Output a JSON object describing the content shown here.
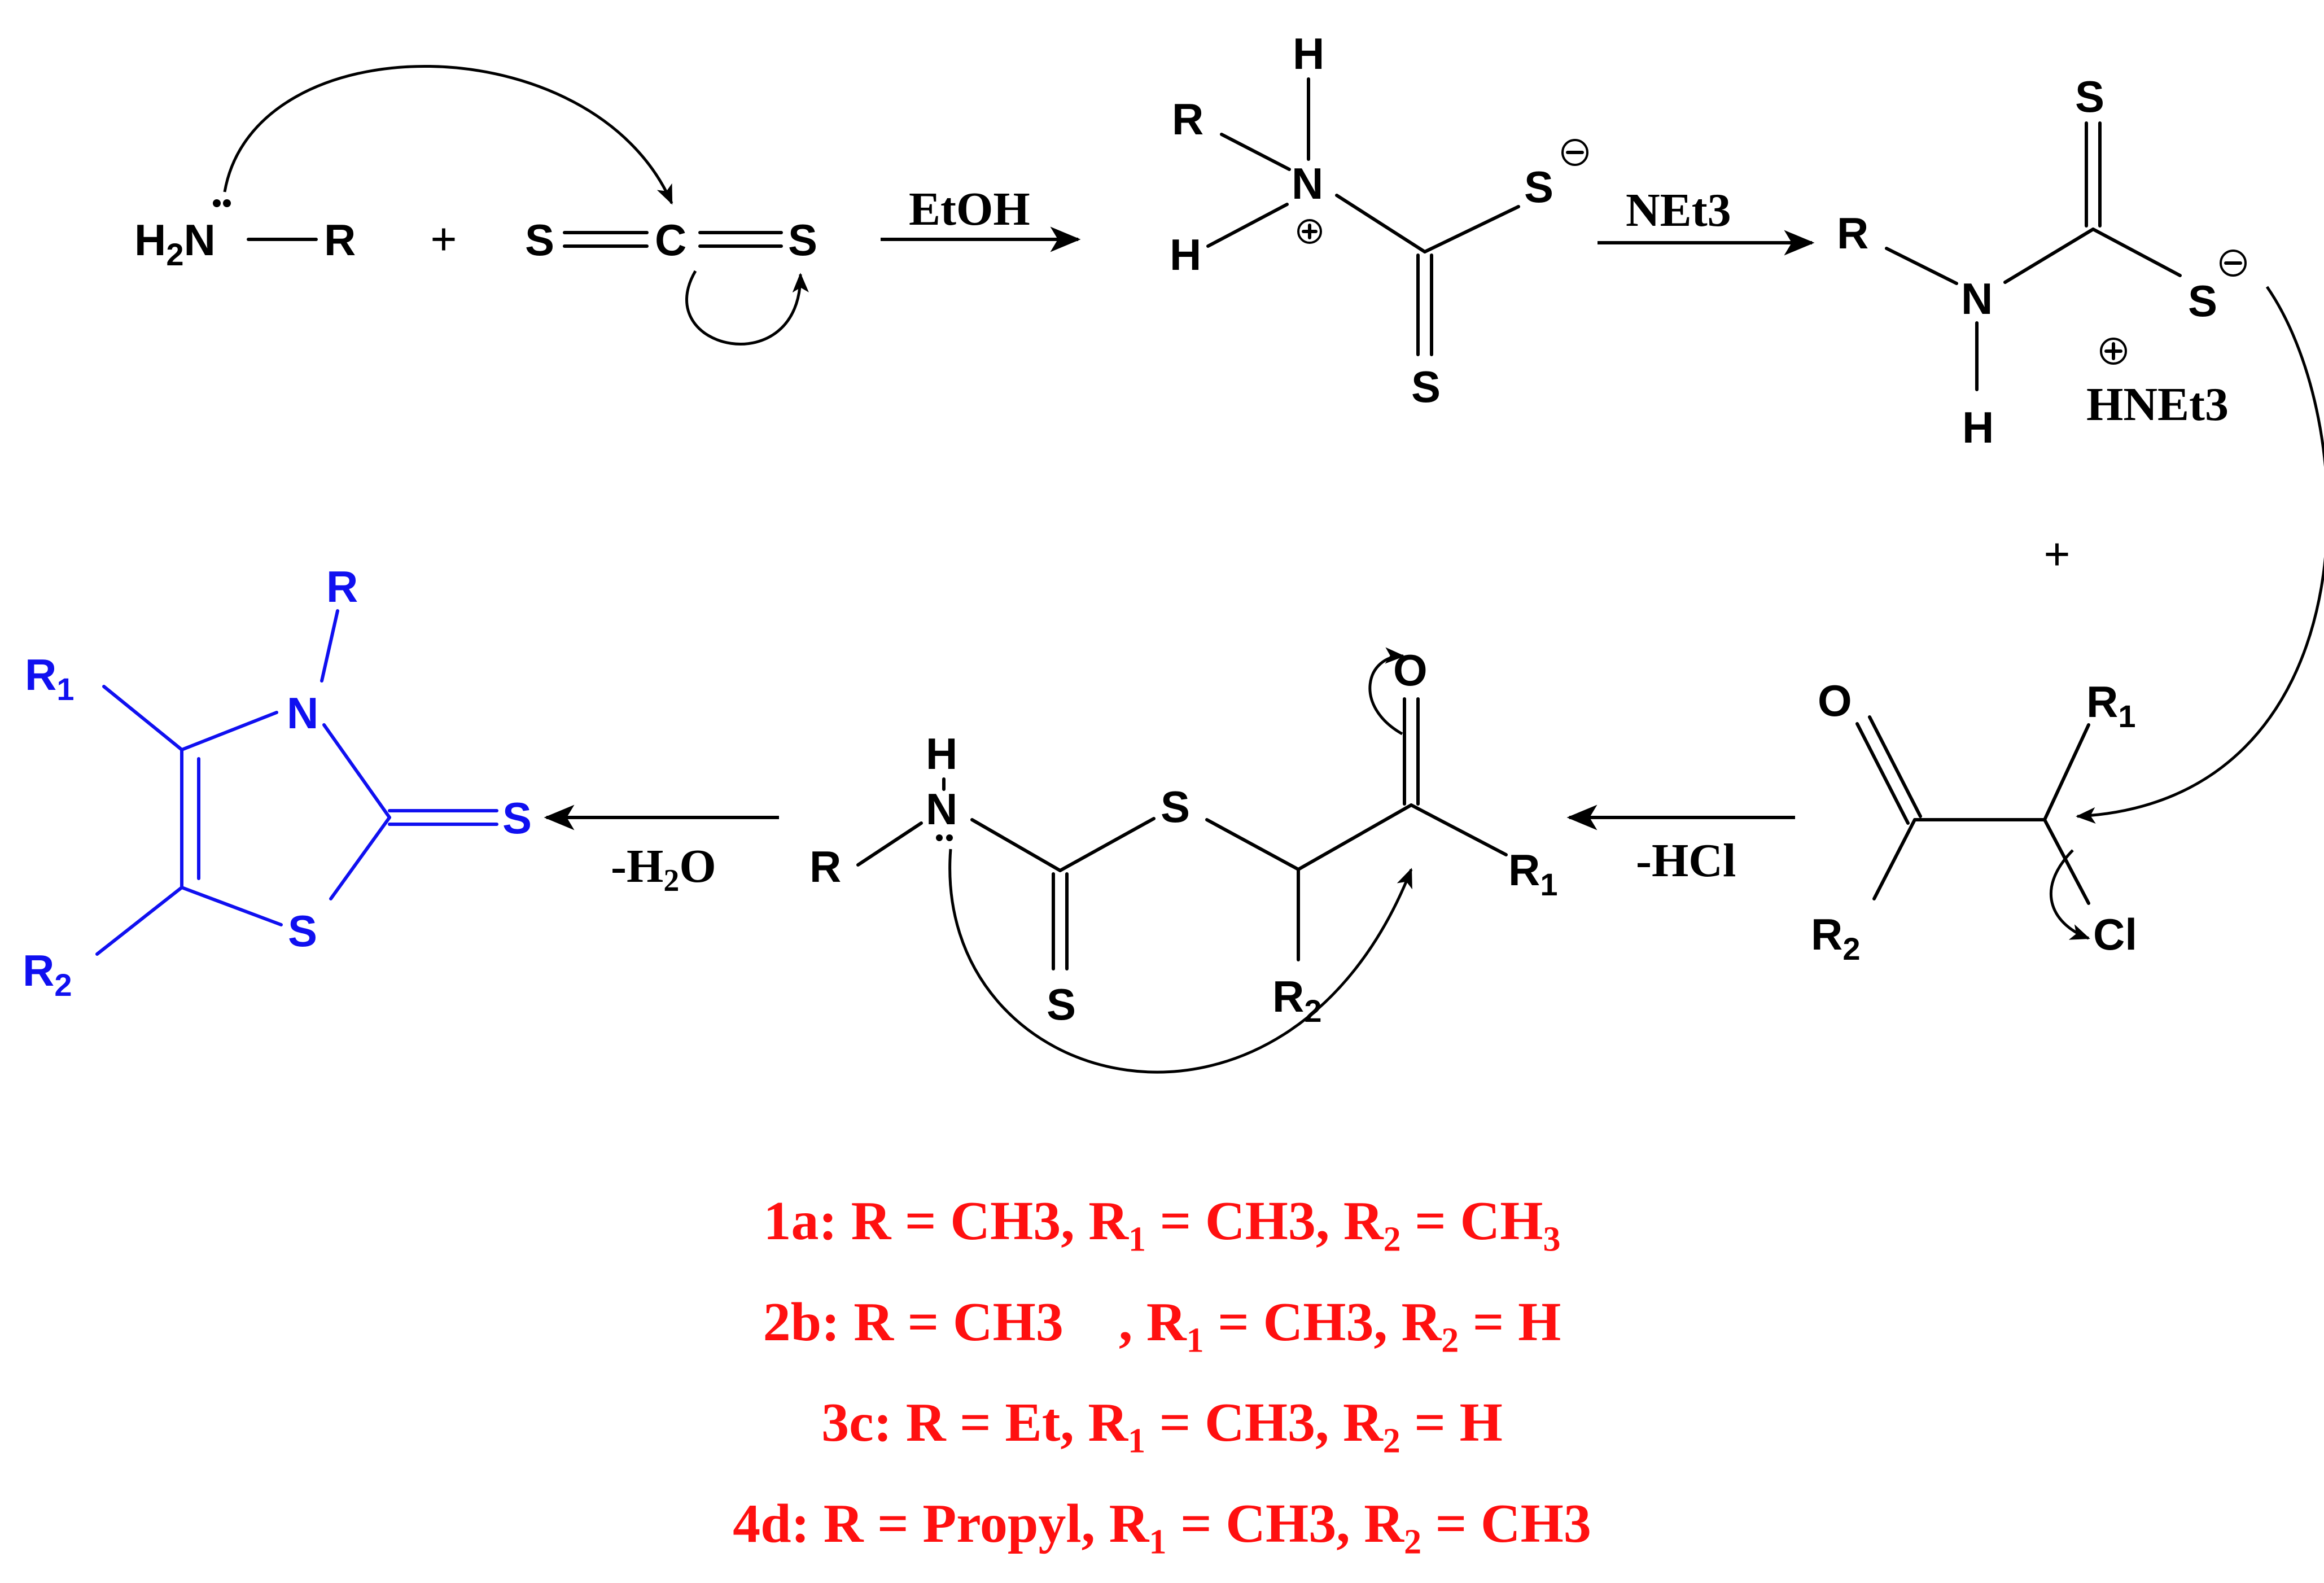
{
  "reagents": {
    "amine": "H2N—R",
    "plus1": "+",
    "cs2": "S=C=S",
    "plus2": "+"
  },
  "conditions": {
    "step1": "EtOH",
    "step2": "NEt3",
    "step3": "-HCl",
    "step4": "-H2O"
  },
  "counterion": "HNEt3",
  "atoms": {
    "H": "H",
    "N": "N",
    "S": "S",
    "C": "C",
    "O": "O",
    "R": "R",
    "Cl": "Cl",
    "R1": "R1",
    "R2": "R2"
  },
  "legend": [
    "1a: R = CH3, R1 = CH3, R2 = CH3",
    "2b: R = CH3    , R1 = CH3, R2 = H",
    "3c: R = Et, R1 = CH3, R2 = H",
    "4d: R = Propyl, R1 = CH3, R2 = CH3"
  ],
  "colors": {
    "product": "#1010f0",
    "legend": "#ff1010",
    "default": "#000000"
  }
}
